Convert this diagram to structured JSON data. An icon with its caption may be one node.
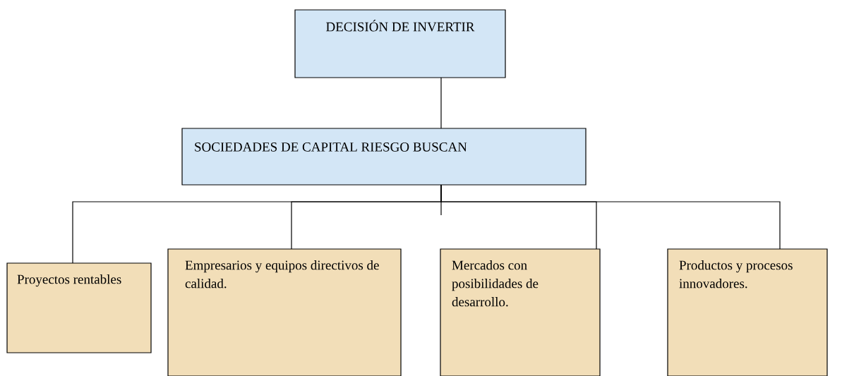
{
  "diagram": {
    "nodes": [
      {
        "text": [
          "DECISIÓN DE INVERTIR"
        ]
      },
      {
        "text": [
          "SOCIEDADES DE CAPITAL RIESGO BUSCAN"
        ]
      },
      {
        "text": [
          "Proyectos rentables"
        ]
      },
      {
        "text": [
          "Empresarios y equipos directivos de calidad."
        ]
      },
      {
        "text": [
          "Mercados con posibilidades de desarrollo."
        ]
      },
      {
        "text": [
          "Productos y procesos innovadores."
        ]
      }
    ],
    "edges": [
      {
        "from": 0,
        "to": 1,
        "arrow": "none"
      },
      {
        "from": 1,
        "to": 2,
        "arrow": "none"
      },
      {
        "from": 1,
        "to": 3,
        "arrow": "none"
      },
      {
        "from": 1,
        "to": 4,
        "arrow": "none"
      },
      {
        "from": 1,
        "to": 5,
        "arrow": "none"
      }
    ]
  }
}
